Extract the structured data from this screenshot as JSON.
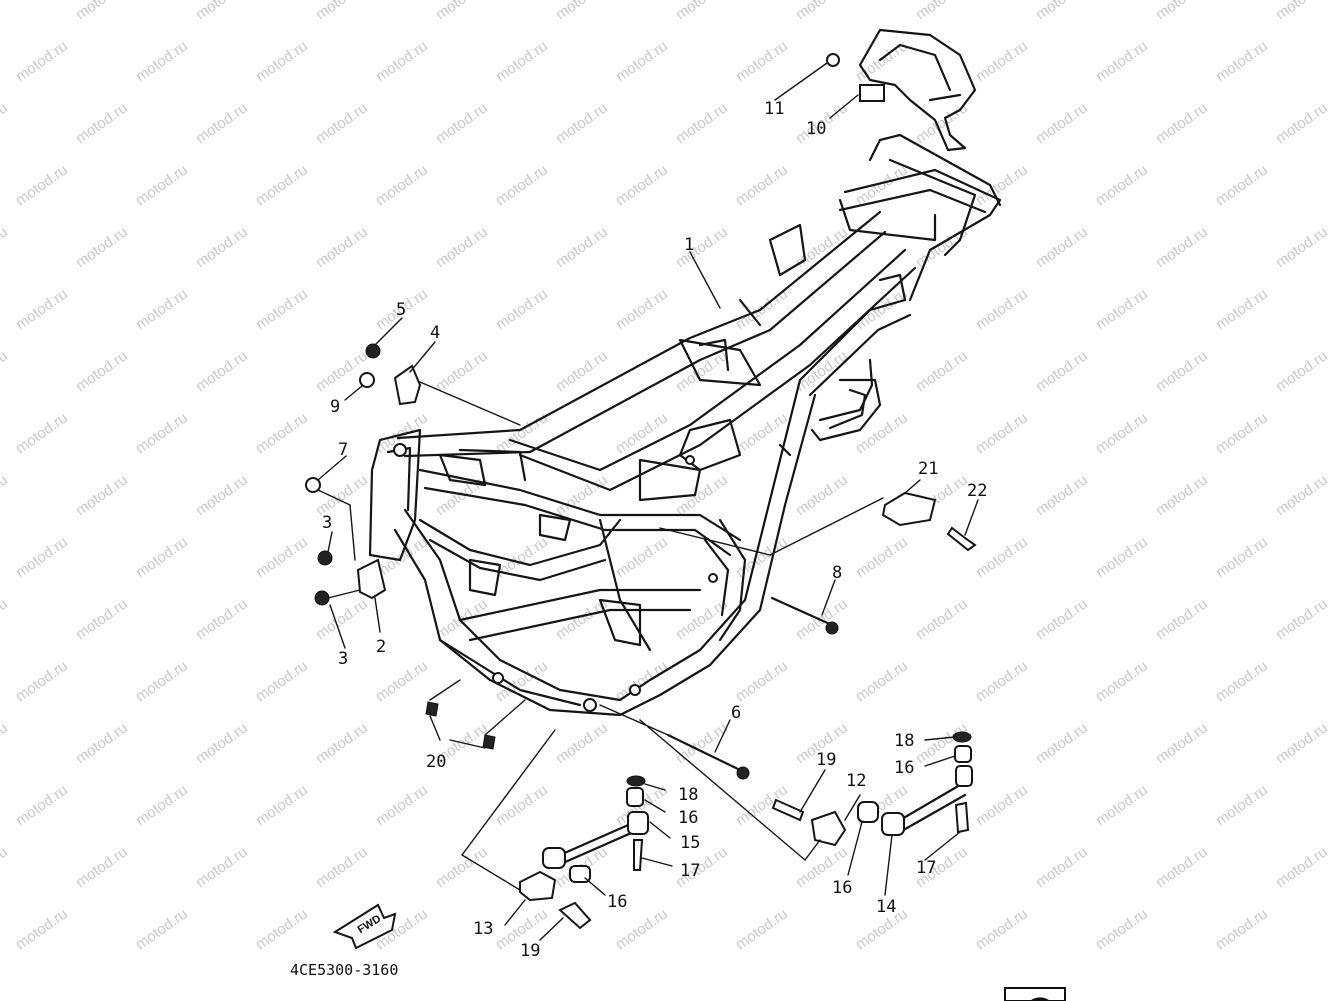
{
  "watermark": "motod.ru",
  "diagram_code": "4CE5300-3160",
  "fwd_label": "FWD",
  "callouts": {
    "c1": "1",
    "c2": "2",
    "c3a": "3",
    "c3b": "3",
    "c4": "4",
    "c5": "5",
    "c6": "6",
    "c7": "7",
    "c8": "8",
    "c9": "9",
    "c10": "10",
    "c11": "11",
    "c12": "12",
    "c13": "13",
    "c14": "14",
    "c15": "15",
    "c16a": "16",
    "c16b": "16",
    "c16c": "16",
    "c16d": "16",
    "c17a": "17",
    "c17b": "17",
    "c18a": "18",
    "c18b": "18",
    "c19a": "19",
    "c19b": "19",
    "c20": "20",
    "c21": "21",
    "c22": "22"
  }
}
